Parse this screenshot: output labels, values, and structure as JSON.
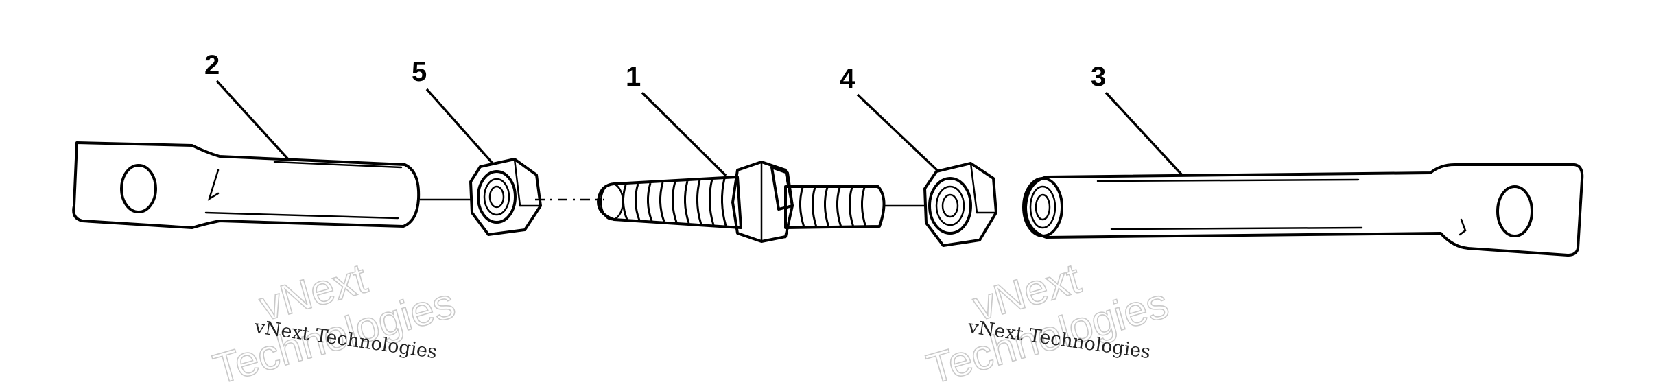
{
  "callouts": [
    {
      "label": "2",
      "part": "rod end left"
    },
    {
      "label": "5",
      "part": "jam nut left"
    },
    {
      "label": "1",
      "part": "threaded adjuster"
    },
    {
      "label": "4",
      "part": "jam nut right"
    },
    {
      "label": "3",
      "part": "rod end right"
    }
  ],
  "watermark": {
    "small_text": "vNext Technologies",
    "big_line1": "vNext",
    "big_line2": "Technologies"
  },
  "colors": {
    "ink": "#000000",
    "background": "#ffffff",
    "watermark_outline": "#c9c9c9"
  }
}
